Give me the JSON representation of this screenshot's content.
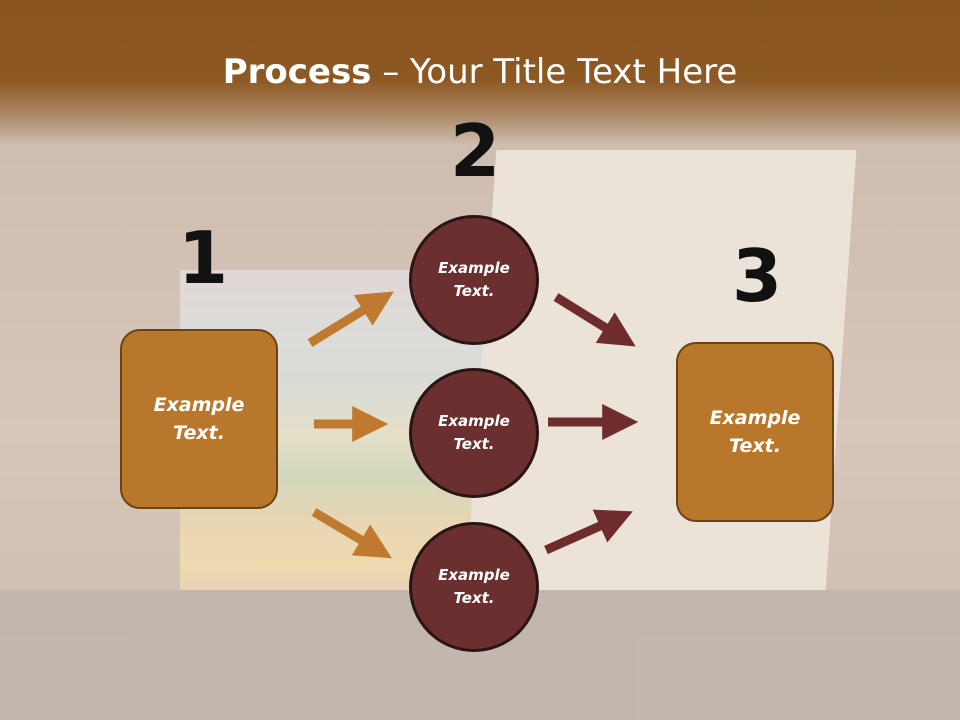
{
  "slide": {
    "title_bold": "Process",
    "title_rest": " – Your Title Text Here"
  },
  "steps": {
    "one": {
      "number": "1",
      "box_text_line1": "Example",
      "box_text_line2": "Text."
    },
    "two": {
      "number": "2",
      "circles": [
        {
          "line1": "Example",
          "line2": "Text."
        },
        {
          "line1": "Example",
          "line2": "Text."
        },
        {
          "line1": "Example",
          "line2": "Text."
        }
      ]
    },
    "three": {
      "number": "3",
      "box_text_line1": "Example",
      "box_text_line2": "Text."
    }
  },
  "colors": {
    "title_band": "#8d5822",
    "box_fill": "#b9772b",
    "circle_fill": "#6b2f2f",
    "orange_arrow": "#c07a30",
    "maroon_arrow": "#6e2c2c"
  }
}
